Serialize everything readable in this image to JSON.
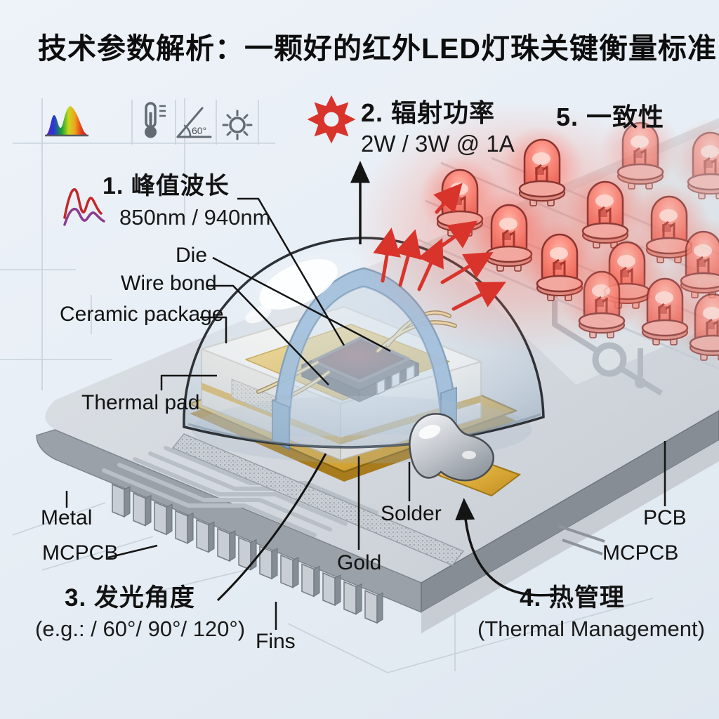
{
  "title": "技术参数解析：一颗好的红外LED灯珠关键衡量标准",
  "parameters": {
    "p1": {
      "label": "1. 峰值波长",
      "value": "850nm / 940nm"
    },
    "p2": {
      "label": "2. 辐射功率",
      "value": "2W / 3W @ 1A"
    },
    "p3": {
      "label": "3. 发光角度",
      "value": "(e.g.: / 60°/ 90°/ 120°)"
    },
    "p4": {
      "label": "4. 热管理",
      "value": "(Thermal Management)"
    },
    "p5": {
      "label": "5. 一致性"
    }
  },
  "component_labels": {
    "die": "Die",
    "wire_bond": "Wire bond",
    "ceramic_package": "Ceramic package",
    "thermal_pad": "Thermal pad",
    "metal": "Metal",
    "mcpcb_left": "MCPCB",
    "solder": "Solder",
    "gold": "Gold",
    "fins": "Fins",
    "pcb": "PCB",
    "mcpcb_right": "MCPCB"
  },
  "icons": {
    "spectrum": "spectrum-icon",
    "thermometer": "thermometer-icon",
    "beam_angle": "angle-icon",
    "brightness": "sun-icon",
    "wavelength_waves": "wave-icon",
    "radiant_burst": "starburst-icon",
    "angle_label": "60°"
  },
  "colors": {
    "background": "#e9eef5",
    "board": "#d4d9df",
    "gold": "#ddae3c",
    "ceramic": "#f4f2ec",
    "ir_red": "#d8342c",
    "lens_blue": "#7fa8cf",
    "dome_glass": "#cfdbe7",
    "text": "#121212"
  }
}
